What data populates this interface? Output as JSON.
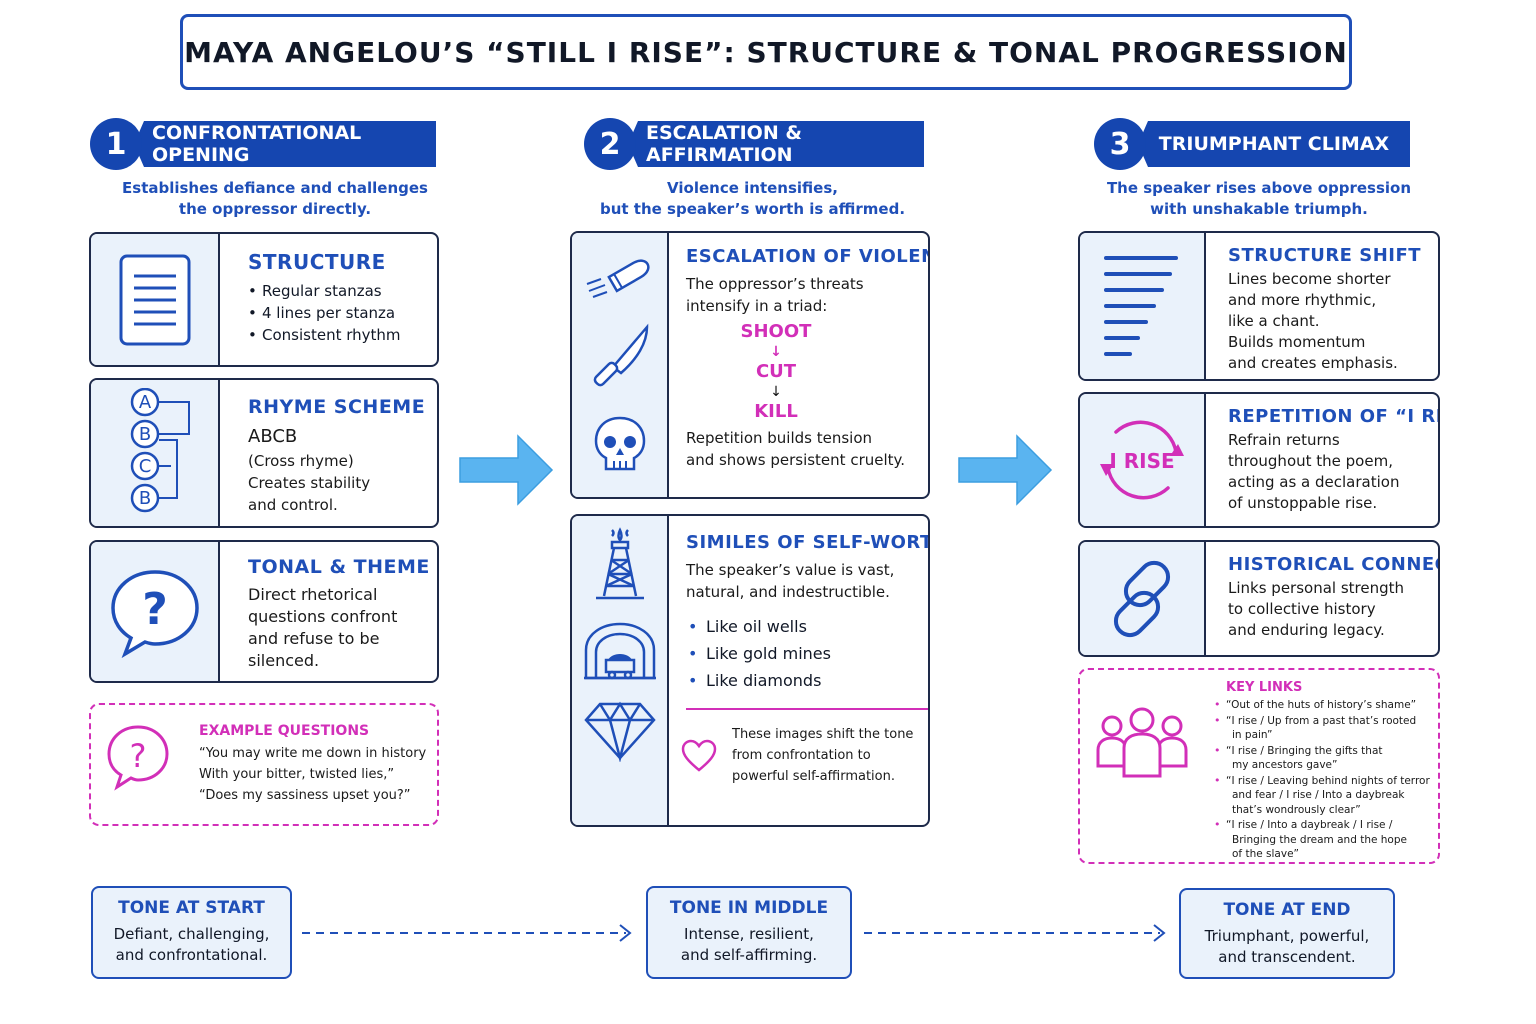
{
  "title": "MAYA ANGELOU’S  “STILL I RISE”: STRUCTURE & TONAL PROGRESSION",
  "colors": {
    "blue": "#1546b0",
    "pink": "#d22fb8",
    "light_blue": "#eaf2fb",
    "arrow": "#5ab4f0"
  },
  "sections": [
    {
      "number": "1",
      "label": "CONFRONTATIONAL OPENING",
      "subtitle_line1": "Establishes defiance and challenges",
      "subtitle_line2": "the oppressor directly.",
      "cards": [
        {
          "icon": "document-icon",
          "title": "STRUCTURE",
          "bullets": [
            "Regular stanzas",
            "4 lines per stanza",
            "Consistent rhythm"
          ]
        },
        {
          "icon": "rhyme-letters-icon",
          "icon_letters": [
            "A",
            "B",
            "C",
            "B"
          ],
          "title": "RHYME SCHEME",
          "lead": "ABCB",
          "lines": [
            "(Cross rhyme)",
            "Creates stability",
            "and control."
          ]
        },
        {
          "icon": "question-bubble-icon",
          "title": "TONAL & THEME",
          "lines": [
            "Direct rhetorical",
            "questions confront",
            "and refuse to be",
            "silenced."
          ]
        }
      ],
      "example": {
        "icon": "question-bubble-icon",
        "title": "EXAMPLE QUESTIONS",
        "lines": [
          "“You may write me down in history",
          "With your bitter, twisted lies,”",
          "“Does my sassiness upset you?”"
        ]
      }
    },
    {
      "number": "2",
      "label": "ESCALATION & AFFIRMATION",
      "subtitle_line1": "Violence intensifies,",
      "subtitle_line2": "but the speaker’s worth is affirmed.",
      "violence": {
        "icons": [
          "bullet-icon",
          "knife-icon",
          "skull-icon"
        ],
        "title": "ESCALATION OF VIOLENCE",
        "intro": [
          "The oppressor’s threats",
          "intensify in a triad:"
        ],
        "triad": [
          "SHOOT",
          "CUT",
          "KILL"
        ],
        "arrow_glyph": "↓",
        "outro": [
          "Repetition builds tension",
          "and shows persistent cruelty."
        ]
      },
      "similes": {
        "icons": [
          "oil-well-icon",
          "gold-mine-icon",
          "diamond-icon"
        ],
        "title": "SIMILES OF SELF-WORTH",
        "intro": [
          "The speaker’s value is vast,",
          "natural, and indestructible."
        ],
        "bullets": [
          "Like oil wells",
          "Like gold mines",
          "Like diamonds"
        ],
        "note_icon": "heart-icon",
        "note": [
          "These images shift the tone",
          "from confrontation to",
          "powerful self-affirmation."
        ]
      }
    },
    {
      "number": "3",
      "label": "TRIUMPHANT CLIMAX",
      "subtitle_line1": "The speaker rises above oppression",
      "subtitle_line2": "with unshakable triumph.",
      "cards": [
        {
          "icon": "shortening-lines-icon",
          "title": "STRUCTURE SHIFT",
          "lines": [
            "Lines become shorter",
            "and more rhythmic,",
            "like a chant.",
            "Builds momentum",
            "and creates emphasis."
          ]
        },
        {
          "icon": "cycle-icon",
          "icon_text": "I RISE",
          "title": "REPETITION OF “I RISE”",
          "lines": [
            "Refrain returns",
            "throughout the poem,",
            "acting as a declaration",
            "of unstoppable rise."
          ]
        },
        {
          "icon": "chain-link-icon",
          "title": "HISTORICAL CONNECTION",
          "lines": [
            "Links personal strength",
            "to collective history",
            "and enduring legacy."
          ]
        }
      ],
      "key_links": {
        "icon": "people-icon",
        "title": "KEY LINKS",
        "items": [
          [
            "“Out of the huts of history’s shame”"
          ],
          [
            "“I rise / Up from a past that’s rooted",
            "in pain”"
          ],
          [
            "“I rise /  Bringing the gifts that",
            "my ancestors gave”"
          ],
          [
            "“I rise / Leaving behind nights of terror",
            "and fear / I rise / Into a daybreak",
            "that’s wondrously clear”"
          ],
          [
            "“I rise / Into a daybreak / I rise /",
            "Bringing the dream and the hope",
            "of the slave”"
          ]
        ]
      }
    }
  ],
  "tones": [
    {
      "title": "TONE AT START",
      "lines": [
        "Defiant, challenging,",
        "and confrontational."
      ]
    },
    {
      "title": "TONE IN MIDDLE",
      "lines": [
        "Intense, resilient,",
        "and self-affirming."
      ]
    },
    {
      "title": "TONE AT END",
      "lines": [
        "Triumphant, powerful,",
        "and transcendent."
      ]
    }
  ]
}
